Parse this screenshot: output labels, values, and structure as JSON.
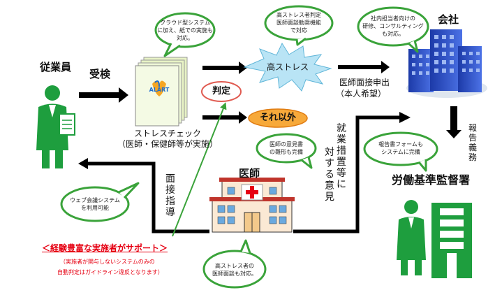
{
  "labels": {
    "employee": "従業員",
    "take_exam": "受検",
    "stress_check_1": "ストレスチェック",
    "stress_check_2": "（医師・保健師等が実施）",
    "judgment": "判定",
    "high_stress": "高ストレス",
    "others": "それ以外",
    "doctor": "医師",
    "company": "会社",
    "interview_request_1": "医師面接申出",
    "interview_request_2": "（本人希望）",
    "reporting_duty": "報告義務",
    "labor_office": "労働基準監督署",
    "interview_guidance": "面接指導",
    "work_measures_col1": "就業措置等に",
    "work_measures_col2": "対する意見",
    "logo_text": "ALART"
  },
  "bubbles": {
    "cloud": "クラウド型システム\nに加え、紙での実施も\n対応。",
    "high_stress_system": "高ストレス者判定\n医師面談勧奨機能\nで対応",
    "consulting": "社内担当者向けの\n研修、コンサルティング\nも対応。",
    "report_form": "報告書フォームも\nシステムに完備",
    "opinion_templates": "医師の意見書\nの雛形も完備",
    "web_meeting": "ウェブ会議システム\nを利用可能",
    "doctor_interview": "高ストレス者の\n医師面談も対応。"
  },
  "support": {
    "headline": "＜経験豊富な実施者がサポート＞",
    "note_line1": "（実施者が関与しないシステムのみの",
    "note_line2": "自動判定はガイドライン違反となります）"
  },
  "colors": {
    "green": "#1e9e3e",
    "dark_green": "#14702b",
    "bubble_green": "#3aa33a",
    "red": "#e60012",
    "orange": "#f5a623",
    "starburst": "#b9e4f5",
    "building_blue": "#2b4cc4",
    "doc_green": "#e8f3c5"
  }
}
